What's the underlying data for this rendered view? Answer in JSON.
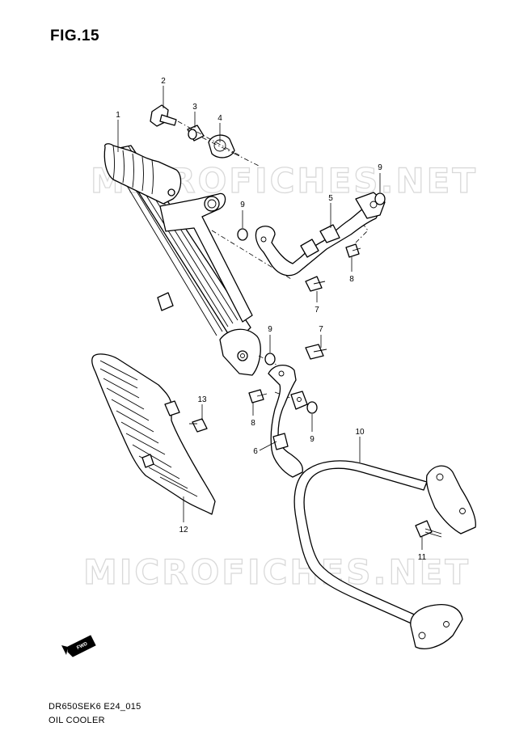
{
  "figure": {
    "title": "FIG.15",
    "model_code": "DR650SEK6 E24_015",
    "subtitle": "OIL COOLER"
  },
  "watermark": {
    "text": "MICROFICHES.NET",
    "color": "#d9d9d9"
  },
  "fwd_badge": {
    "text": "FWD"
  },
  "callouts": [
    {
      "id": "1",
      "label": "1"
    },
    {
      "id": "2",
      "label": "2"
    },
    {
      "id": "3",
      "label": "3"
    },
    {
      "id": "4",
      "label": "4"
    },
    {
      "id": "5",
      "label": "5"
    },
    {
      "id": "6",
      "label": "6"
    },
    {
      "id": "7a",
      "label": "7"
    },
    {
      "id": "7b",
      "label": "7"
    },
    {
      "id": "8a",
      "label": "8"
    },
    {
      "id": "8b",
      "label": "8"
    },
    {
      "id": "9a",
      "label": "9"
    },
    {
      "id": "9b",
      "label": "9"
    },
    {
      "id": "9c",
      "label": "9"
    },
    {
      "id": "9d",
      "label": "9"
    },
    {
      "id": "10",
      "label": "10"
    },
    {
      "id": "11",
      "label": "11"
    },
    {
      "id": "12",
      "label": "12"
    },
    {
      "id": "13",
      "label": "13"
    }
  ]
}
